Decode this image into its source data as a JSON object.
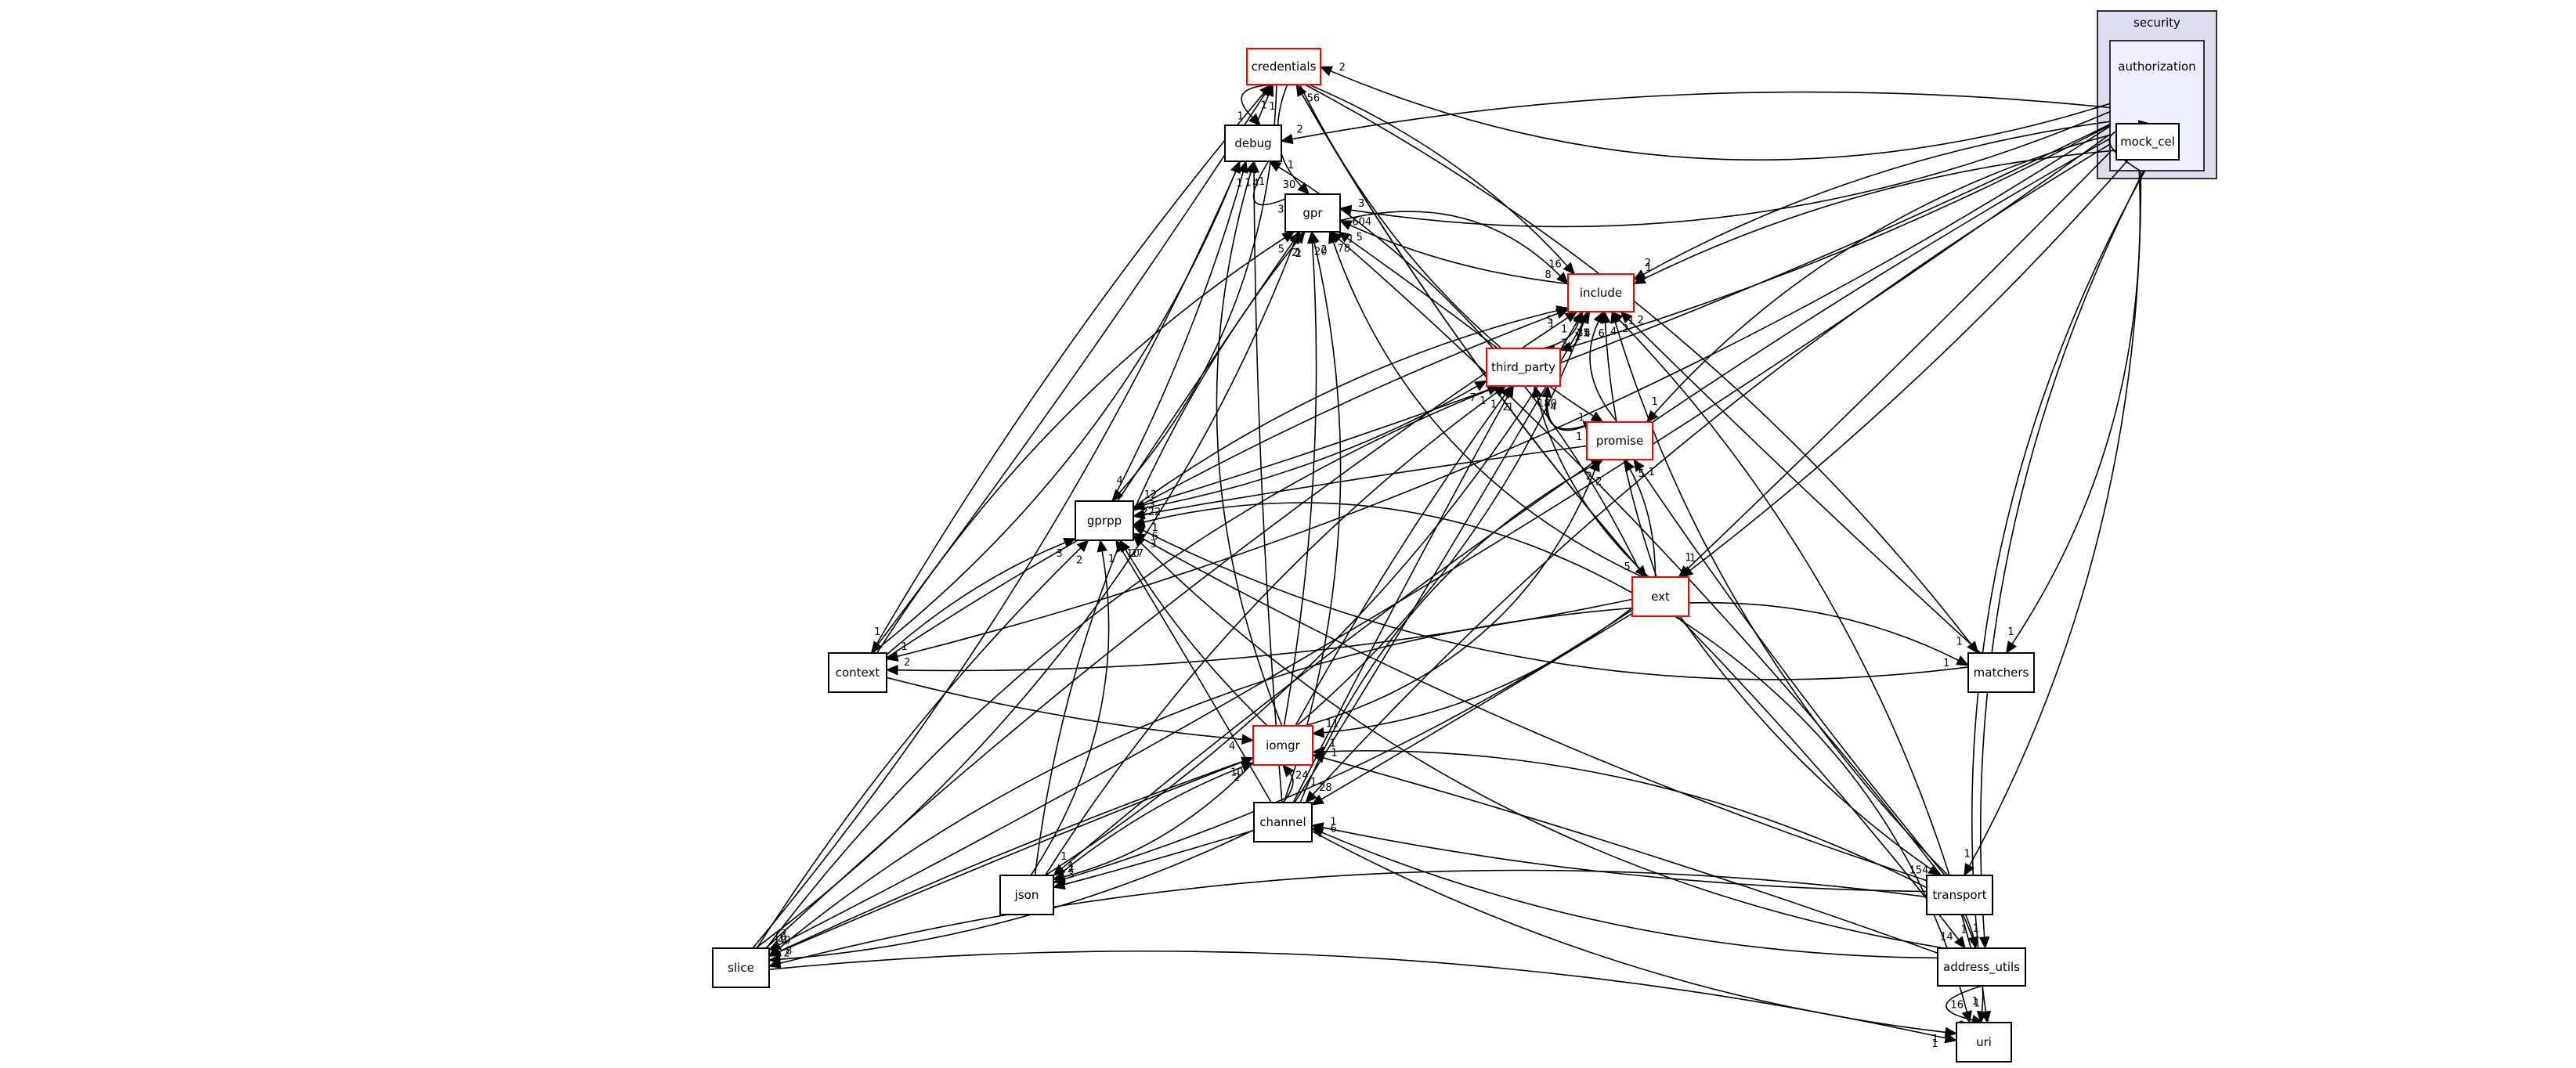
{
  "clusters": [
    {
      "id": "security",
      "label": "security",
      "fill": "#ddddee",
      "stroke": "#333333"
    },
    {
      "id": "authorization_cluster",
      "label": "authorization",
      "fill": "#eeeeff",
      "stroke": "#333333"
    }
  ],
  "nodes": [
    {
      "id": "credentials",
      "label": "credentials",
      "border": "#ff0000"
    },
    {
      "id": "debug",
      "label": "debug",
      "border": "#000000"
    },
    {
      "id": "gpr",
      "label": "gpr",
      "border": "#000000"
    },
    {
      "id": "include",
      "label": "include",
      "border": "#ff0000"
    },
    {
      "id": "third_party",
      "label": "third_party",
      "border": "#ff0000"
    },
    {
      "id": "promise",
      "label": "promise",
      "border": "#ff0000"
    },
    {
      "id": "gprpp",
      "label": "gprpp",
      "border": "#000000"
    },
    {
      "id": "ext",
      "label": "ext",
      "border": "#ff0000"
    },
    {
      "id": "context",
      "label": "context",
      "border": "#000000"
    },
    {
      "id": "matchers",
      "label": "matchers",
      "border": "#000000"
    },
    {
      "id": "iomgr",
      "label": "iomgr",
      "border": "#ff0000"
    },
    {
      "id": "channel",
      "label": "channel",
      "border": "#000000"
    },
    {
      "id": "json",
      "label": "json",
      "border": "#000000"
    },
    {
      "id": "transport",
      "label": "transport",
      "border": "#000000"
    },
    {
      "id": "address_utils",
      "label": "address_utils",
      "border": "#000000"
    },
    {
      "id": "slice",
      "label": "slice",
      "border": "#000000"
    },
    {
      "id": "uri",
      "label": "uri",
      "border": "#000000"
    },
    {
      "id": "mock_cel",
      "label": "mock_cel",
      "border": "#000000"
    }
  ],
  "edges": [
    {
      "from": "authorization_cluster",
      "to": "credentials",
      "label": "2"
    },
    {
      "from": "authorization_cluster",
      "to": "debug",
      "label": "2"
    },
    {
      "from": "authorization_cluster",
      "to": "gpr",
      "label": "3"
    },
    {
      "from": "authorization_cluster",
      "to": "include",
      "label": "2"
    },
    {
      "from": "authorization_cluster",
      "to": "third_party",
      "label": "1"
    },
    {
      "from": "authorization_cluster",
      "to": "promise",
      "label": "1"
    },
    {
      "from": "authorization_cluster",
      "to": "gprpp",
      "label": "12"
    },
    {
      "from": "authorization_cluster",
      "to": "ext",
      "label": "1"
    },
    {
      "from": "authorization_cluster",
      "to": "matchers",
      "label": "1"
    },
    {
      "from": "authorization_cluster",
      "to": "channel",
      "label": "1"
    },
    {
      "from": "authorization_cluster",
      "to": "transport",
      "label": "1"
    },
    {
      "from": "authorization_cluster",
      "to": "address_utils",
      "label": "1"
    },
    {
      "from": "authorization_cluster",
      "to": "slice",
      "label": "2"
    },
    {
      "from": "authorization_cluster",
      "to": "uri",
      "label": "1"
    },
    {
      "from": "authorization_cluster",
      "to": "mock_cel",
      "label": "2"
    },
    {
      "from": "authorization_cluster",
      "to": "json",
      "label": "1"
    },
    {
      "from": "authorization_cluster",
      "to": "context",
      "label": "1"
    },
    {
      "from": "mock_cel",
      "to": "include",
      "label": "1"
    },
    {
      "from": "mock_cel",
      "to": "ext",
      "label": "1"
    },
    {
      "from": "credentials",
      "to": "debug",
      "label": "1"
    },
    {
      "from": "credentials",
      "to": "gpr",
      "label": "30"
    },
    {
      "from": "credentials",
      "to": "include",
      "label": "16"
    },
    {
      "from": "credentials",
      "to": "gprpp",
      "label": "4"
    },
    {
      "from": "credentials",
      "to": "ext",
      "label": "5"
    },
    {
      "from": "credentials",
      "to": "matchers",
      "label": "1"
    },
    {
      "from": "credentials",
      "to": "promise",
      "label": "1"
    },
    {
      "from": "credentials",
      "to": "context",
      "label": "1"
    },
    {
      "from": "debug",
      "to": "gpr",
      "label": "3"
    },
    {
      "from": "gpr",
      "to": "include",
      "label": "8"
    },
    {
      "from": "include",
      "to": "gpr",
      "label": "604"
    },
    {
      "from": "include",
      "to": "third_party",
      "label": "3"
    },
    {
      "from": "third_party",
      "to": "include",
      "label": "35"
    },
    {
      "from": "third_party",
      "to": "gpr",
      "label": "5"
    },
    {
      "from": "third_party",
      "to": "promise",
      "label": "1"
    },
    {
      "from": "promise",
      "to": "gprpp",
      "label": "3"
    },
    {
      "from": "promise",
      "to": "include",
      "label": "6"
    },
    {
      "from": "promise",
      "to": "third_party",
      "label": "4"
    },
    {
      "from": "gprpp",
      "to": "gpr",
      "label": "2"
    },
    {
      "from": "gprpp",
      "to": "include",
      "label": "5"
    },
    {
      "from": "gprpp",
      "to": "third_party",
      "label": "7"
    },
    {
      "from": "gprpp",
      "to": "debug",
      "label": "1"
    },
    {
      "from": "ext",
      "to": "gprpp",
      "label": "222"
    },
    {
      "from": "ext",
      "to": "gpr",
      "label": "78"
    },
    {
      "from": "ext",
      "to": "include",
      "label": "4"
    },
    {
      "from": "ext",
      "to": "third_party",
      "label": "180"
    },
    {
      "from": "ext",
      "to": "promise",
      "label": "5"
    },
    {
      "from": "ext",
      "to": "credentials",
      "label": "56"
    },
    {
      "from": "ext",
      "to": "debug",
      "label": "1"
    },
    {
      "from": "ext",
      "to": "context",
      "label": "2"
    },
    {
      "from": "ext",
      "to": "matchers",
      "label": "1"
    },
    {
      "from": "ext",
      "to": "iomgr",
      "label": "11"
    },
    {
      "from": "ext",
      "to": "channel",
      "label": "28"
    },
    {
      "from": "ext",
      "to": "json",
      "label": "2"
    },
    {
      "from": "ext",
      "to": "transport",
      "label": "154"
    },
    {
      "from": "ext",
      "to": "address_utils",
      "label": "14"
    },
    {
      "from": "ext",
      "to": "slice",
      "label": "10"
    },
    {
      "from": "ext",
      "to": "uri",
      "label": "16"
    },
    {
      "from": "context",
      "to": "gprpp",
      "label": "3"
    },
    {
      "from": "context",
      "to": "gpr",
      "label": "5"
    },
    {
      "from": "context",
      "to": "iomgr",
      "label": "4"
    },
    {
      "from": "context",
      "to": "credentials",
      "label": "1"
    },
    {
      "from": "context",
      "to": "debug",
      "label": "1"
    },
    {
      "from": "context",
      "to": "include",
      "label": "1"
    },
    {
      "from": "matchers",
      "to": "include",
      "label": "2"
    },
    {
      "from": "matchers",
      "to": "gprpp",
      "label": "1"
    },
    {
      "from": "iomgr",
      "to": "gpr",
      "label": "20"
    },
    {
      "from": "iomgr",
      "to": "gprpp",
      "label": "27"
    },
    {
      "from": "iomgr",
      "to": "include",
      "label": "4"
    },
    {
      "from": "iomgr",
      "to": "third_party",
      "label": "2"
    },
    {
      "from": "iomgr",
      "to": "promise",
      "label": "2"
    },
    {
      "from": "iomgr",
      "to": "debug",
      "label": "4"
    },
    {
      "from": "iomgr",
      "to": "slice",
      "label": "40"
    },
    {
      "from": "iomgr",
      "to": "json",
      "label": "1"
    },
    {
      "from": "channel",
      "to": "iomgr",
      "label": "24"
    },
    {
      "from": "channel",
      "to": "gprpp",
      "label": "10"
    },
    {
      "from": "channel",
      "to": "gpr",
      "label": "2"
    },
    {
      "from": "channel",
      "to": "include",
      "label": "1"
    },
    {
      "from": "channel",
      "to": "third_party",
      "label": "1"
    },
    {
      "from": "channel",
      "to": "promise",
      "label": "2"
    },
    {
      "from": "channel",
      "to": "json",
      "label": "3"
    },
    {
      "from": "channel",
      "to": "slice",
      "label": "8"
    },
    {
      "from": "channel",
      "to": "uri",
      "label": "1"
    },
    {
      "from": "channel",
      "to": "debug",
      "label": "1"
    },
    {
      "from": "json",
      "to": "gprpp",
      "label": "1"
    },
    {
      "from": "json",
      "to": "gpr",
      "label": "1"
    },
    {
      "from": "json",
      "to": "iomgr",
      "label": "2"
    },
    {
      "from": "json",
      "to": "third_party",
      "label": "1"
    },
    {
      "from": "json",
      "to": "include",
      "label": "1"
    },
    {
      "from": "transport",
      "to": "channel",
      "label": "1"
    },
    {
      "from": "transport",
      "to": "iomgr",
      "label": "1"
    },
    {
      "from": "transport",
      "to": "gprpp",
      "label": "6"
    },
    {
      "from": "transport",
      "to": "gpr",
      "label": "1"
    },
    {
      "from": "transport",
      "to": "include",
      "label": "2"
    },
    {
      "from": "transport",
      "to": "address_utils",
      "label": "1"
    },
    {
      "from": "transport",
      "to": "uri",
      "label": "1"
    },
    {
      "from": "transport",
      "to": "slice",
      "label": "2"
    },
    {
      "from": "transport",
      "to": "promise",
      "label": "1"
    },
    {
      "from": "address_utils",
      "to": "uri",
      "label": "2"
    },
    {
      "from": "address_utils",
      "to": "gprpp",
      "label": "3"
    },
    {
      "from": "address_utils",
      "to": "iomgr",
      "label": "1"
    },
    {
      "from": "address_utils",
      "to": "channel",
      "label": "6"
    },
    {
      "from": "address_utils",
      "to": "include",
      "label": "1"
    },
    {
      "from": "slice",
      "to": "gprpp",
      "label": "2"
    },
    {
      "from": "slice",
      "to": "gpr",
      "label": "2"
    },
    {
      "from": "slice",
      "to": "include",
      "label": "1"
    },
    {
      "from": "slice",
      "to": "iomgr",
      "label": "10"
    },
    {
      "from": "slice",
      "to": "third_party",
      "label": "1"
    },
    {
      "from": "slice",
      "to": "credentials",
      "label": "1"
    },
    {
      "from": "slice",
      "to": "uri",
      "label": "1"
    }
  ]
}
